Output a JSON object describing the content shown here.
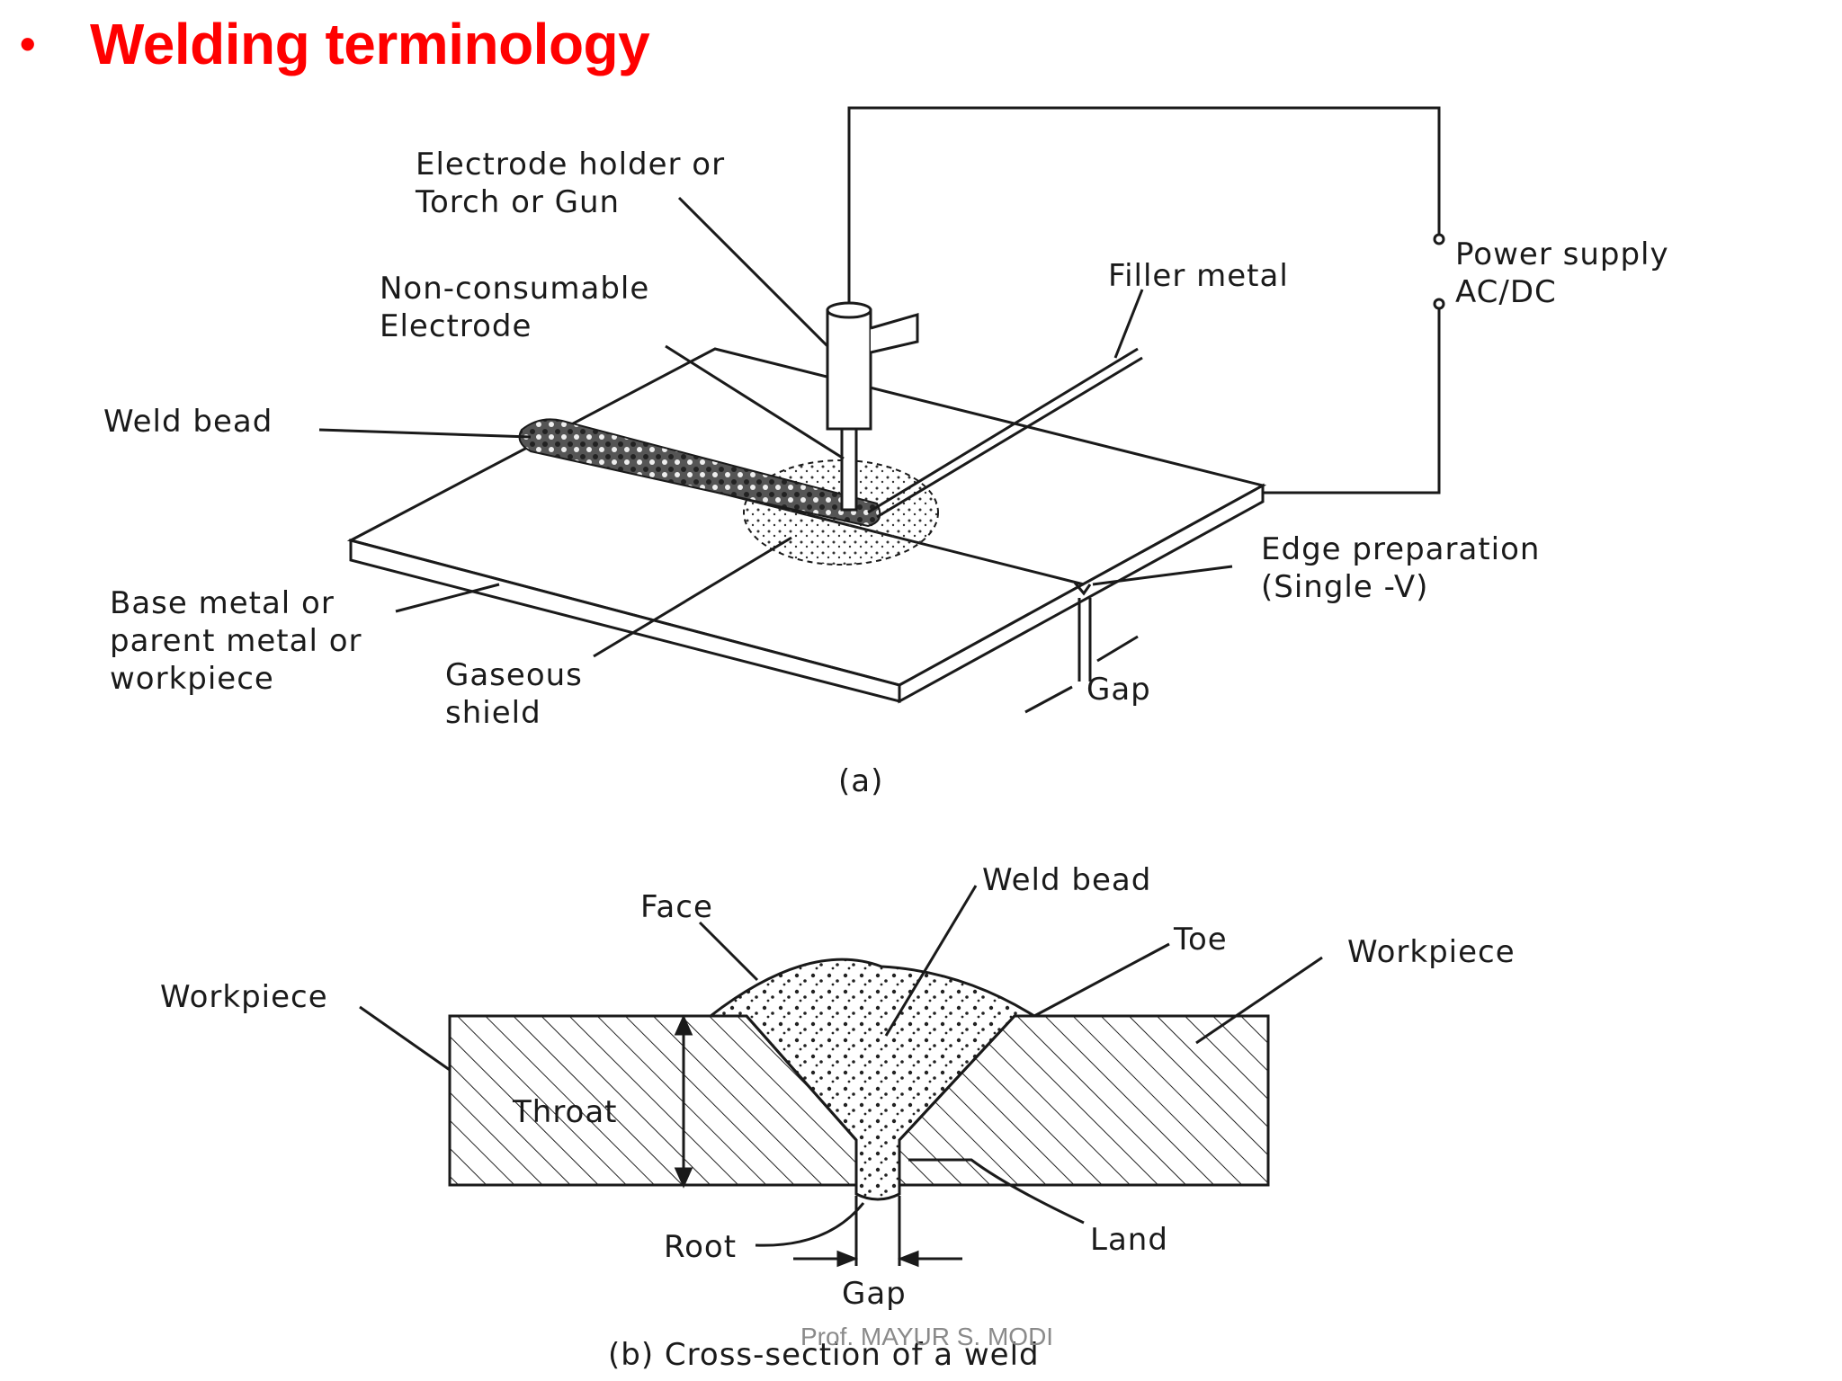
{
  "slide": {
    "bullet": "•",
    "title": "Welding terminology",
    "footer": "Prof. MAYUR S. MODI"
  },
  "figure_a": {
    "caption": "(a)",
    "labels": {
      "electrode_holder_1": "Electrode holder or",
      "electrode_holder_2": "Torch or Gun",
      "non_consumable_1": "Non-consumable",
      "non_consumable_2": "Electrode",
      "weld_bead": "Weld bead",
      "filler_metal": "Filler metal",
      "power_supply_1": "Power supply",
      "power_supply_2": "AC/DC",
      "base_metal_1": "Base metal or",
      "base_metal_2": "parent metal or",
      "base_metal_3": "workpiece",
      "gaseous_1": "Gaseous",
      "gaseous_2": "shield",
      "edge_prep_1": "Edge preparation",
      "edge_prep_2": "(Single -V)",
      "gap": "Gap"
    }
  },
  "figure_b": {
    "caption": "(b) Cross-section of a weld",
    "labels": {
      "face": "Face",
      "weld_bead": "Weld bead",
      "toe": "Toe",
      "workpiece_left": "Workpiece",
      "workpiece_right": "Workpiece",
      "throat": "Throat",
      "root": "Root",
      "land": "Land",
      "gap": "Gap"
    }
  },
  "colors": {
    "title": "#ff0000",
    "ink": "#1a1a1a",
    "footer": "#8a8a8a"
  }
}
